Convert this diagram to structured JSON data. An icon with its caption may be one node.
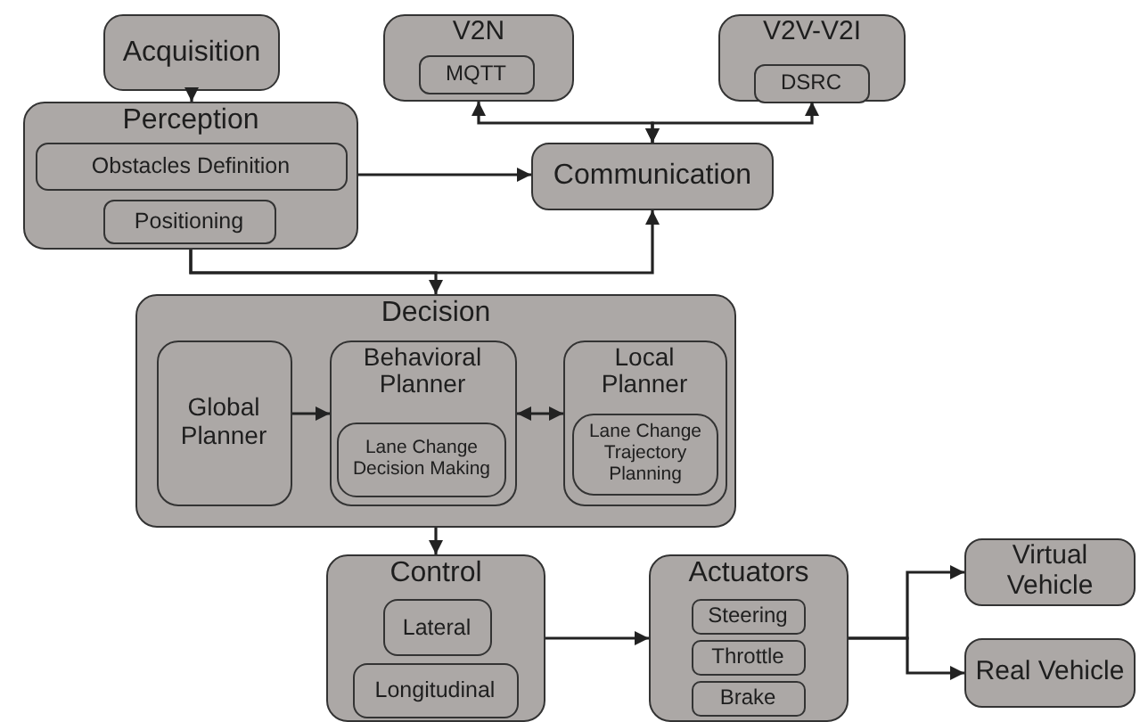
{
  "diagram": {
    "nodes": [
      {
        "text": [
          "Acquisition"
        ]
      },
      {
        "text": [
          "Perception"
        ]
      },
      {
        "text": [
          "Obstacles Definition"
        ],
        "in": 1
      },
      {
        "text": [
          "Positioning"
        ],
        "in": 1
      },
      {
        "text": [
          "V2N"
        ]
      },
      {
        "text": [
          "MQTT"
        ],
        "in": 4
      },
      {
        "text": [
          "V2V-V2I"
        ]
      },
      {
        "text": [
          "DSRC"
        ],
        "in": 6
      },
      {
        "text": [
          "Communication"
        ]
      },
      {
        "text": [
          "Decision"
        ]
      },
      {
        "text": [
          "Global Planner"
        ],
        "in": 9
      },
      {
        "text": [
          "Behavioral Planner"
        ],
        "in": 9
      },
      {
        "text": [
          "Lane Change Decision Making"
        ],
        "in": 11
      },
      {
        "text": [
          "Local Planner"
        ],
        "in": 9
      },
      {
        "text": [
          "Lane Change Trajectory Planning"
        ],
        "in": 13
      },
      {
        "text": [
          "Control"
        ]
      },
      {
        "text": [
          "Lateral"
        ],
        "in": 15
      },
      {
        "text": [
          "Longitudinal"
        ],
        "in": 15
      },
      {
        "text": [
          "Actuators"
        ]
      },
      {
        "text": [
          "Steering"
        ],
        "in": 18
      },
      {
        "text": [
          "Throttle"
        ],
        "in": 18
      },
      {
        "text": [
          "Brake"
        ],
        "in": 18
      },
      {
        "text": [
          "Virtual Vehicle"
        ]
      },
      {
        "text": [
          "Real Vehicle"
        ]
      }
    ],
    "edges": [
      {
        "from": 0,
        "to": 1,
        "arrow": "to"
      },
      {
        "from": 1,
        "to": 8,
        "arrow": "to"
      },
      {
        "from": 8,
        "to": 4,
        "arrow": "both"
      },
      {
        "from": 8,
        "to": 6,
        "arrow": "both"
      },
      {
        "from": 1,
        "to": 9,
        "arrow": "to"
      },
      {
        "from": 1,
        "to": 8,
        "arrow": "to"
      },
      {
        "from": 10,
        "to": 11,
        "arrow": "to"
      },
      {
        "from": 11,
        "to": 13,
        "arrow": "both"
      },
      {
        "from": 9,
        "to": 15,
        "arrow": "to"
      },
      {
        "from": 15,
        "to": 18,
        "arrow": "to"
      },
      {
        "from": 18,
        "to": 22,
        "arrow": "to"
      },
      {
        "from": 18,
        "to": 23,
        "arrow": "to"
      }
    ]
  }
}
